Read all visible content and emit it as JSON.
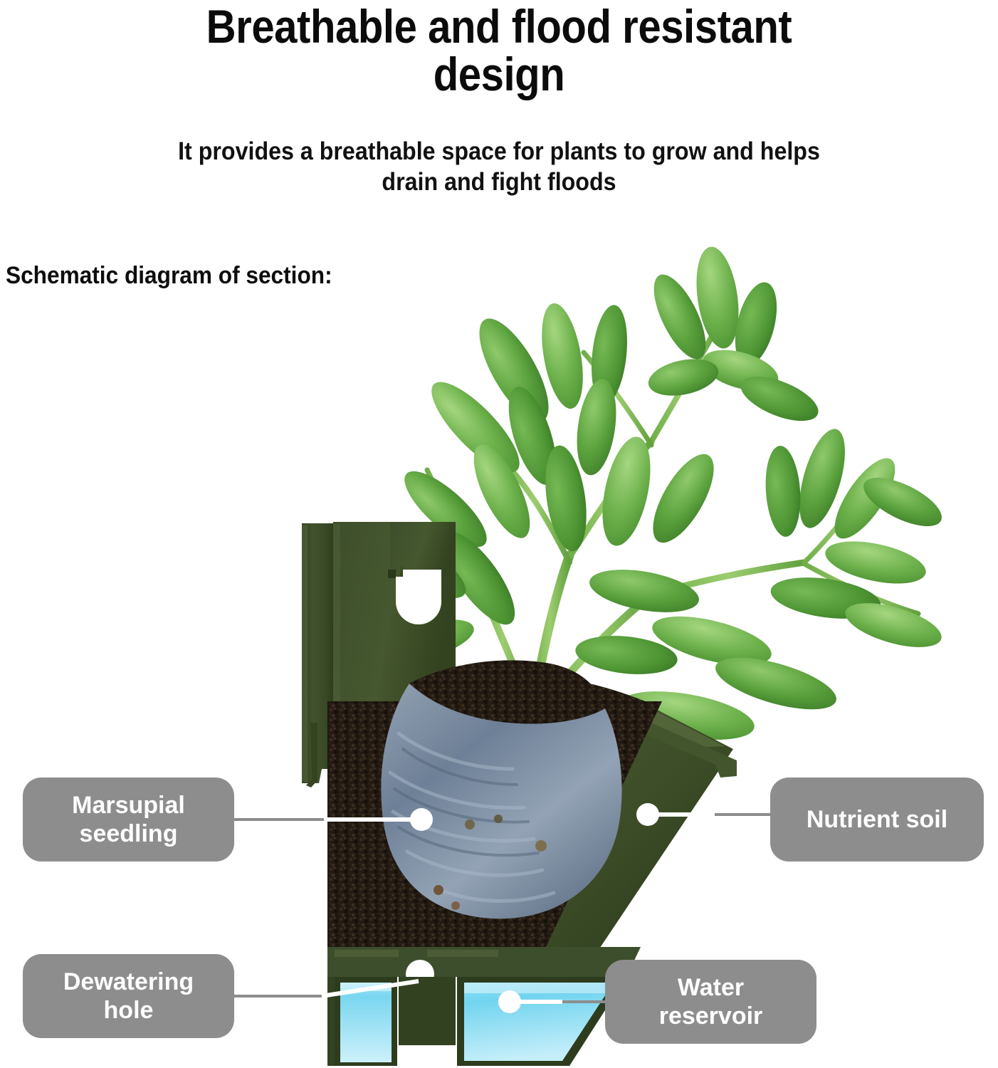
{
  "header": {
    "title": "Breathable and flood resistant\ndesign",
    "subtitle": "It provides a breathable space for plants to grow and helps\ndrain and fight floods",
    "section_label": "Schematic diagram of section:"
  },
  "diagram": {
    "alt": "Cross-section schematic of a green wall planter box with plant, grow bag, nutrient soil, dewatering hole and water reservoir",
    "callouts": [
      {
        "id": "marsupial",
        "label": "Marsupial\nseedling",
        "side": "left"
      },
      {
        "id": "nutrient",
        "label": "Nutrient soil",
        "side": "right"
      },
      {
        "id": "dewatering",
        "label": "Dewatering\nhole",
        "side": "left"
      },
      {
        "id": "water",
        "label": "Water\nreservoir",
        "side": "right"
      }
    ]
  },
  "colors": {
    "background": "#ffffff",
    "text": "#0b0b0b",
    "callout_bg": "#8d8d8d",
    "callout_text": "#ffffff",
    "leader_line": "#8d8d8d",
    "leader_line_over_dark": "#ffffff",
    "planter_green": "#3d4e2c",
    "planter_green_dark": "#2b3a1e",
    "planter_green_light": "#4a5c35",
    "soil_dark": "#241c14",
    "grow_bag_blue": "#6b7d93",
    "water_cyan": "#74d8f2",
    "water_cyan_light": "#c9effa",
    "leaf_green": "#4e9b3a",
    "leaf_green_light": "#79bd5c",
    "stem_green": "#8cc15f"
  }
}
